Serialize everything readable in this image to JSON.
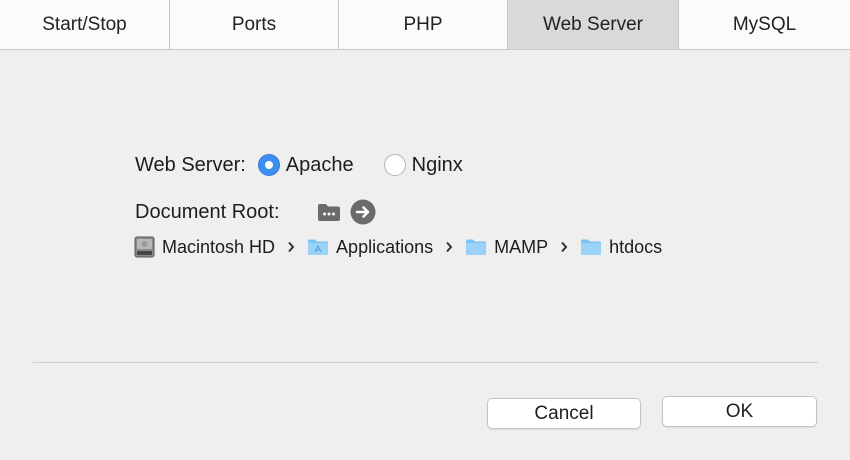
{
  "tabs": [
    {
      "label": "Start/Stop",
      "active": false
    },
    {
      "label": "Ports",
      "active": false
    },
    {
      "label": "PHP",
      "active": false
    },
    {
      "label": "Web Server",
      "active": true
    },
    {
      "label": "MySQL",
      "active": false
    }
  ],
  "web_server": {
    "label": "Web Server:",
    "options": [
      {
        "label": "Apache",
        "selected": true
      },
      {
        "label": "Nginx",
        "selected": false
      }
    ]
  },
  "document_root": {
    "label": "Document Root:",
    "path": [
      "Macintosh HD",
      "Applications",
      "MAMP",
      "htdocs"
    ]
  },
  "buttons": {
    "cancel": "Cancel",
    "ok": "OK"
  },
  "colors": {
    "accent": "#3d8ef0",
    "folder": "#7cc3f5",
    "background": "#efefef",
    "active_tab": "#d9d9d9"
  }
}
